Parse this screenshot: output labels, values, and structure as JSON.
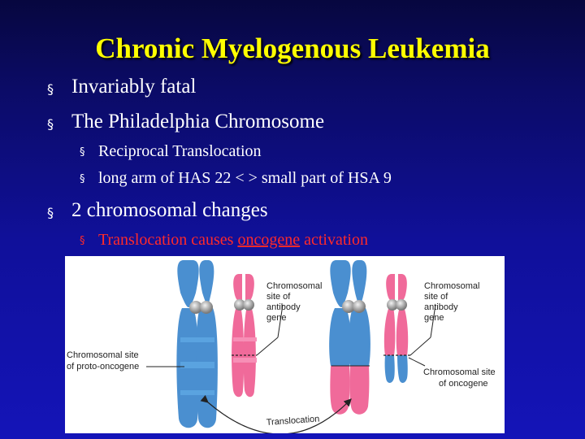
{
  "slide": {
    "title": "Chronic Myelogenous Leukemia",
    "bullets": [
      {
        "text": "Invariably fatal"
      },
      {
        "text": "The Philadelphia Chromosome"
      },
      {
        "text": "Reciprocal Translocation"
      },
      {
        "text": "long arm of HAS 22 < > small part of HSA 9"
      },
      {
        "text": "2 chromosomal changes"
      },
      {
        "pre": "Translocation causes ",
        "link": "oncogene",
        "post": " activation"
      }
    ],
    "bullet_glyph": "§"
  },
  "figure": {
    "labels": {
      "antibody_left": [
        "Chromosomal",
        "site of",
        "antibody",
        "gene"
      ],
      "antibody_right": [
        "Chromosomal",
        "site of",
        "antibody",
        "gene"
      ],
      "proto_oncogene": [
        "Chromosomal site",
        "of proto-oncogene"
      ],
      "oncogene": [
        "Chromosomal site",
        "of oncogene"
      ],
      "translocation": "Translocation"
    },
    "colors": {
      "blue_chromosome": "#4a8fd0",
      "pink_chromosome": "#f06a9a",
      "background": "#0b0b66",
      "title": "#ffff00"
    }
  }
}
